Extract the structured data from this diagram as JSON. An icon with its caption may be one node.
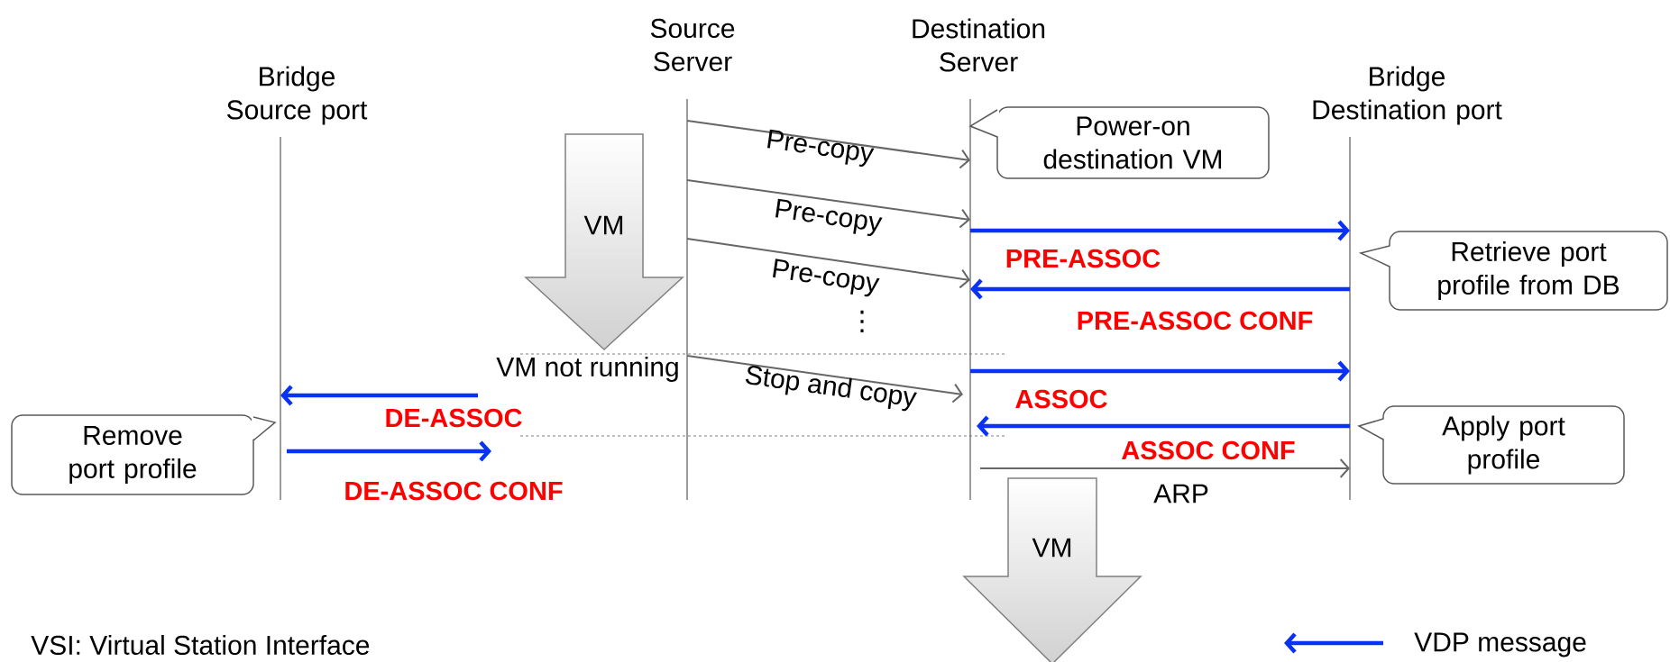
{
  "diagram": {
    "nodes": [
      {
        "text": [
          "Bridge Source port"
        ]
      },
      {
        "text": [
          "Source Server"
        ]
      },
      {
        "text": [
          "Destination Server"
        ]
      },
      {
        "text": [
          "Bridge Destination port"
        ]
      },
      {
        "text": [
          "Power-on destination VM"
        ]
      },
      {
        "text": [
          "VM"
        ]
      },
      {
        "text": [
          "Retrieve port profile from DB"
        ]
      },
      {
        "text": [
          "Apply port profile"
        ]
      },
      {
        "text": [
          "Remove port profile"
        ]
      },
      {
        "text": [
          "VM"
        ]
      }
    ],
    "edges": [
      {
        "from": 1,
        "to": 2,
        "arrow": "to",
        "label": "Pre-copy",
        "color": "#666666"
      },
      {
        "from": 1,
        "to": 2,
        "arrow": "to",
        "label": "Pre-copy",
        "color": "#666666"
      },
      {
        "from": 2,
        "to": 3,
        "arrow": "to",
        "label": "PRE-ASSOC"
      },
      {
        "from": 1,
        "to": 2,
        "arrow": "to",
        "label": "Pre-copy",
        "color": "#666666"
      },
      {
        "from": 3,
        "to": 2,
        "arrow": "to",
        "label": "PRE-ASSOC CONF"
      },
      {
        "from": 2,
        "to": 3,
        "arrow": "to",
        "label": "ASSOC"
      },
      {
        "from": 1,
        "to": 2,
        "arrow": "to",
        "label": "Stop and copy",
        "color": "#666666"
      },
      {
        "from": null,
        "to": 0,
        "arrow": "to",
        "label": "DE-ASSOC"
      },
      {
        "from": 3,
        "to": 2,
        "arrow": "to",
        "label": "ASSOC CONF"
      },
      {
        "from": 0,
        "to": null,
        "arrow": "to",
        "label": "DE-ASSOC CONF"
      },
      {
        "from": 2,
        "to": 3,
        "arrow": "to",
        "label": "ARP",
        "color": "#666666"
      }
    ],
    "labels": [
      "VM not running",
      "⋮",
      "VSI: Virtual Station Interface"
    ],
    "legend": [
      {
        "text": "VDP message"
      }
    ]
  }
}
